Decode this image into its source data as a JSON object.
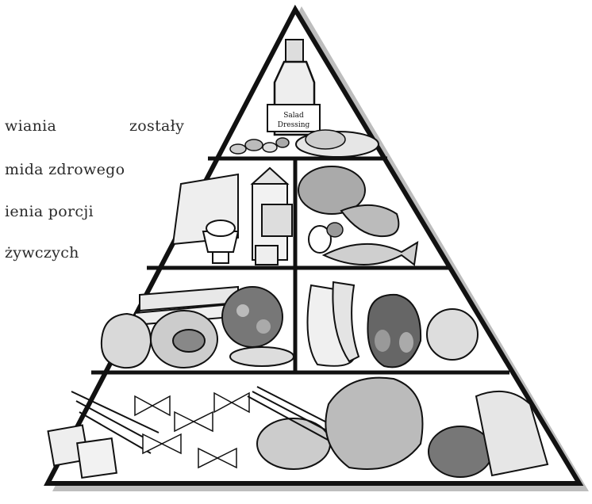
{
  "text_lines": [
    {
      "a": "wiania",
      "b": "zostały"
    },
    {
      "a": "mida  zdrowego"
    },
    {
      "a": "ienia  porcji"
    },
    {
      "a": "żywczych"
    }
  ],
  "bottle_label": [
    "Salad",
    "Dressing"
  ]
}
